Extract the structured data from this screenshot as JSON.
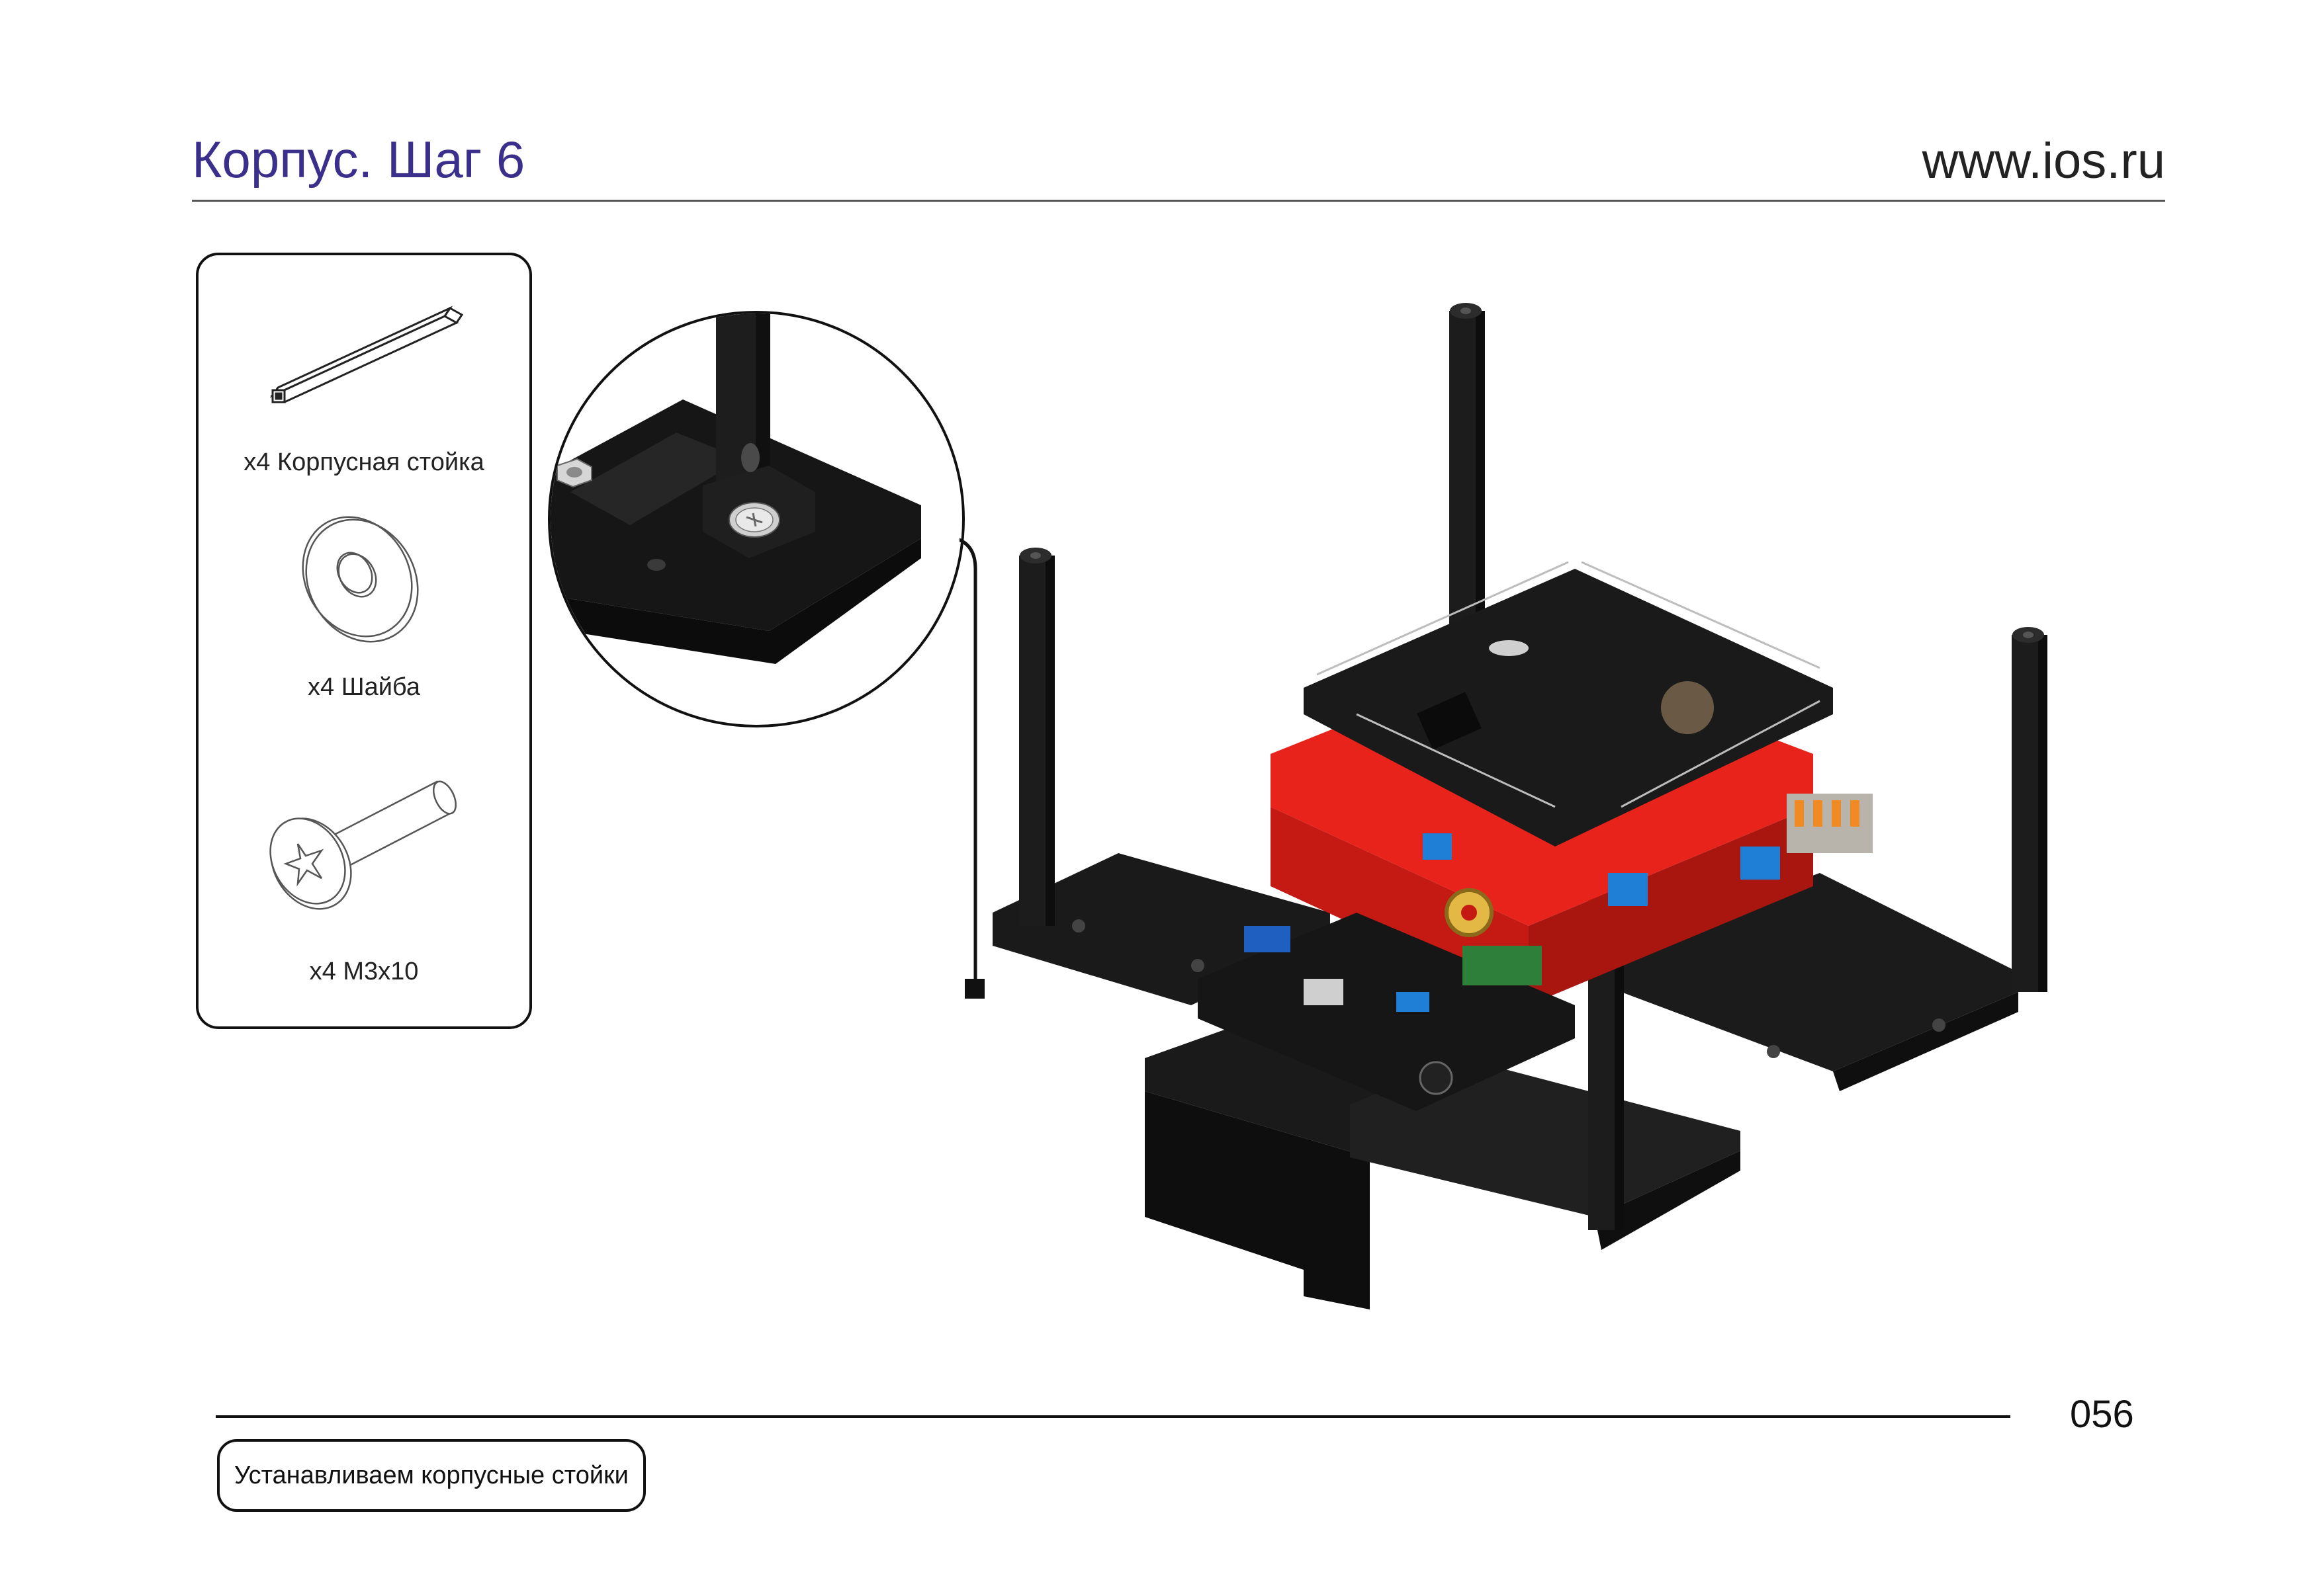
{
  "header": {
    "title": "Корпус. Шаг 6",
    "site": "www.ios.ru"
  },
  "parts": [
    {
      "label": "x4 Корпусная стойка",
      "icon": "standoff-icon"
    },
    {
      "label": "x4 Шайба",
      "icon": "washer-icon"
    },
    {
      "label": "x4 M3x10",
      "icon": "screw-icon"
    }
  ],
  "footer": {
    "page_number": "056",
    "caption": "Устанавливаем корпусные стойки"
  },
  "colors": {
    "title": "#3b2f8c",
    "frame": "#222222",
    "board_red": "#e8231b",
    "pcb_black": "#1c1c1c"
  }
}
